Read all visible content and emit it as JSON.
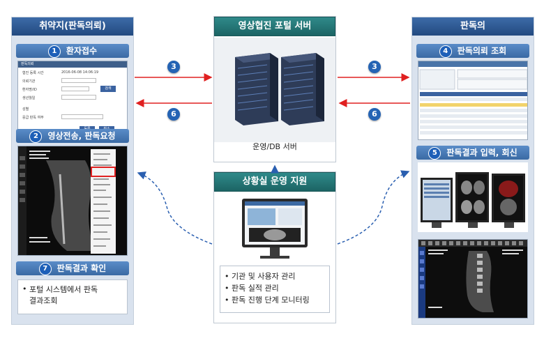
{
  "left": {
    "title": "취약지(판독의뢰)",
    "step1": {
      "num": "1",
      "label": "환자접수"
    },
    "step2": {
      "num": "2",
      "label": "영상전송, 판독요청"
    },
    "step7": {
      "num": "7",
      "label": "판독결과 확인"
    },
    "step7_text": "포털 시스템에서 판독 결과조회",
    "form": {
      "window_title": "판독의뢰",
      "rows": [
        "협진 등록 시간",
        "의뢰기관",
        "환자명/ID",
        "생년월일",
        "성별",
        "응급 판독 여부"
      ],
      "date_value": "2016-06-08 14:06:19",
      "btn_search": "검색",
      "btn_ok": "등록",
      "btn_cancel": "취소"
    }
  },
  "center": {
    "title": "영상협진 포털 서버",
    "server_label": "운영/DB 서버",
    "support_title": "상황실 운영 지원",
    "support_items": [
      "기관 및 사용자 관리",
      "판독 실적 관리",
      "판독 진행 단계 모니터링"
    ]
  },
  "right": {
    "title": "판독의",
    "step4": {
      "num": "4",
      "label": "판독의뢰 조회"
    },
    "step5": {
      "num": "5",
      "label": "판독결과 입력, 회신"
    }
  },
  "arrows": {
    "step3_left": "3",
    "step6_left": "6",
    "step3_right": "3",
    "step6_right": "6"
  },
  "colors": {
    "arrow_red": "#e02020",
    "arrow_blue": "#2a5fb0",
    "panel_bg": "#d9e2ee"
  }
}
